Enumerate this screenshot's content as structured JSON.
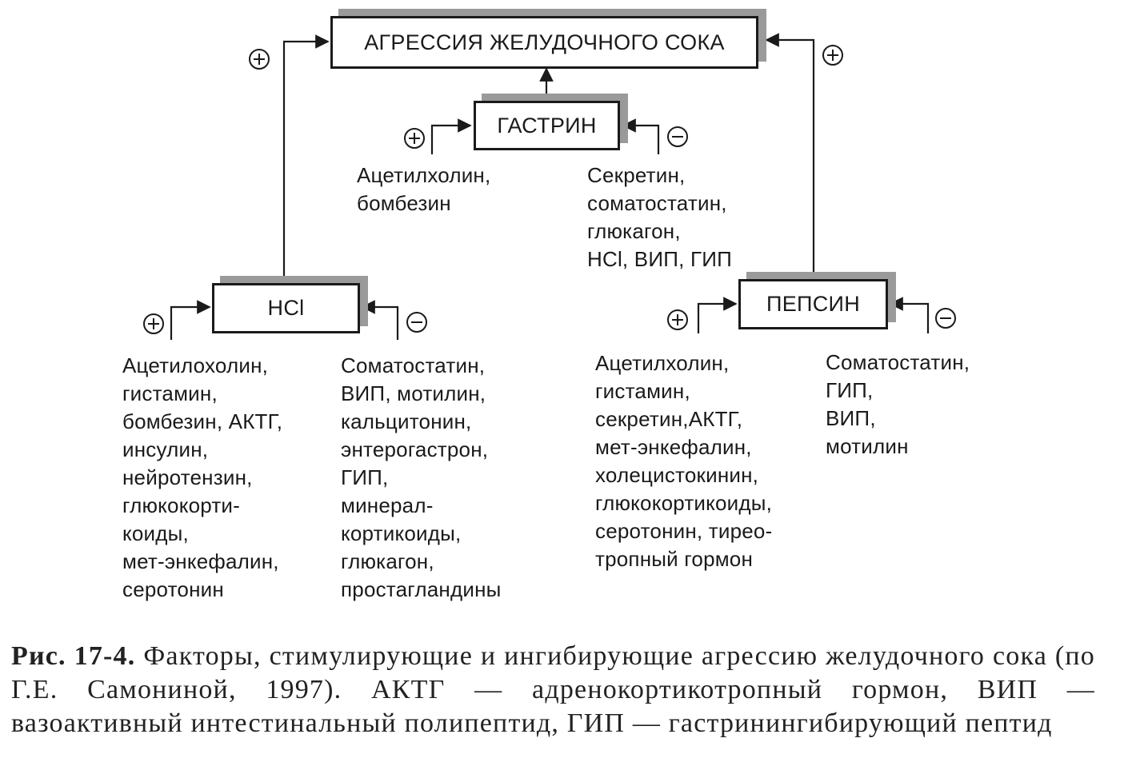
{
  "nodes": {
    "aggression": "АГРЕССИЯ ЖЕЛУДОЧНОГО СОКА",
    "gastrin": "ГАСТРИН",
    "hcl": "HCl",
    "pepsin": "ПЕПСИН"
  },
  "lists": {
    "gastrin_stim": [
      "Ацетилхолин,",
      "бомбезин"
    ],
    "gastrin_inhib": [
      "Секретин,",
      "соматостатин,",
      "глюкагон,",
      "HCl, ВИП, ГИП"
    ],
    "hcl_stim": [
      "Ацетилохолин,",
      "гистамин,",
      "бомбезин, АКТГ,",
      "инсулин,",
      "нейротензин,",
      "глюкокорти-",
      "коиды,",
      "мет-энкефалин,",
      "серотонин"
    ],
    "hcl_inhib": [
      "Соматостатин,",
      "ВИП, мотилин,",
      "кальцитонин,",
      "энтерогастрон,",
      "ГИП,",
      "минерал-",
      "кортикоиды,",
      "глюкагон,",
      "простагландины"
    ],
    "pepsin_stim": [
      "Ацетилхолин,",
      "гистамин,",
      "секретин,АКТГ,",
      "мет-энкефалин,",
      "холецистокинин,",
      "глюкокортикоиды,",
      "серотонин, тирео-",
      "тропный гормон"
    ],
    "pepsin_inhib": [
      "Соматостатин,",
      "ГИП,",
      "ВИП,",
      "мотилин"
    ]
  },
  "signs": {
    "plus": "⊕",
    "minus": "⊖"
  },
  "caption": {
    "label": "Рис. 17-4.",
    "text": "Факторы, стимулирующие и ингибирующие агрессию желудочного сока (по Г.Е. Самониной, 1997). АКТГ — адренокортикотропный гормон, ВИП — вазоактивный интестинальный полипептид, ГИП — гастринингибирующий пептид"
  }
}
